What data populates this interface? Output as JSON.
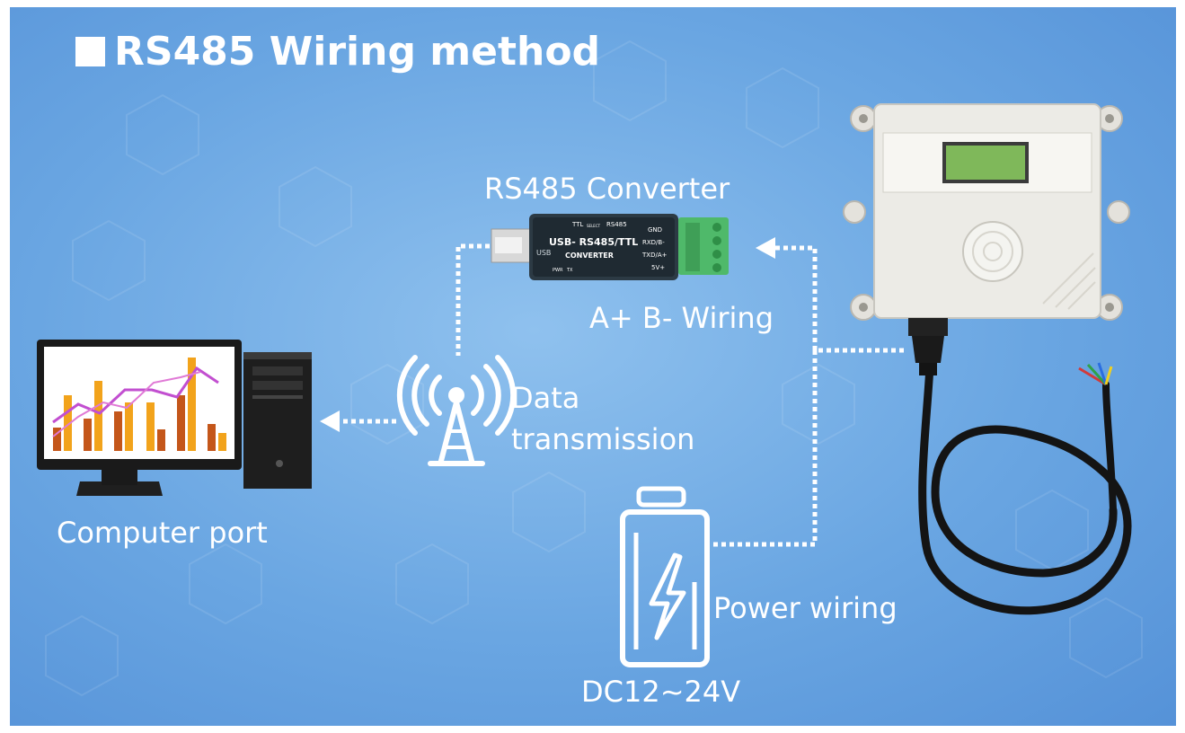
{
  "title": "RS485 Wiring method",
  "labels": {
    "converter": "RS485 Converter",
    "wiring": "A+ B- Wiring",
    "data_line1": "Data",
    "data_line2": "transmission",
    "computer": "Computer port",
    "power": "Power wiring",
    "voltage": "DC12~24V"
  },
  "converter_device": {
    "main_text": "USB- RS485/TTL",
    "sub_text": "CONVERTER",
    "usb_text": "USB",
    "mode_text": "TTL",
    "mode_text2": "RS485",
    "select_text": "SELECT",
    "pins": [
      "GND",
      "RXD/B-",
      "TXD/A+",
      "5V+"
    ],
    "leds": [
      "PWR",
      "TX"
    ]
  },
  "colors": {
    "background": "#6aa6e2",
    "line": "#ffffff",
    "terminal": "#4fb96a",
    "lcd": "#7fb85a",
    "bar_orange": "#f2a31b",
    "bar_dark": "#c4561a",
    "chart_line": "#c24fd0"
  },
  "icons": [
    "antenna-icon",
    "battery-icon",
    "lightning-icon",
    "arrow-icon"
  ]
}
